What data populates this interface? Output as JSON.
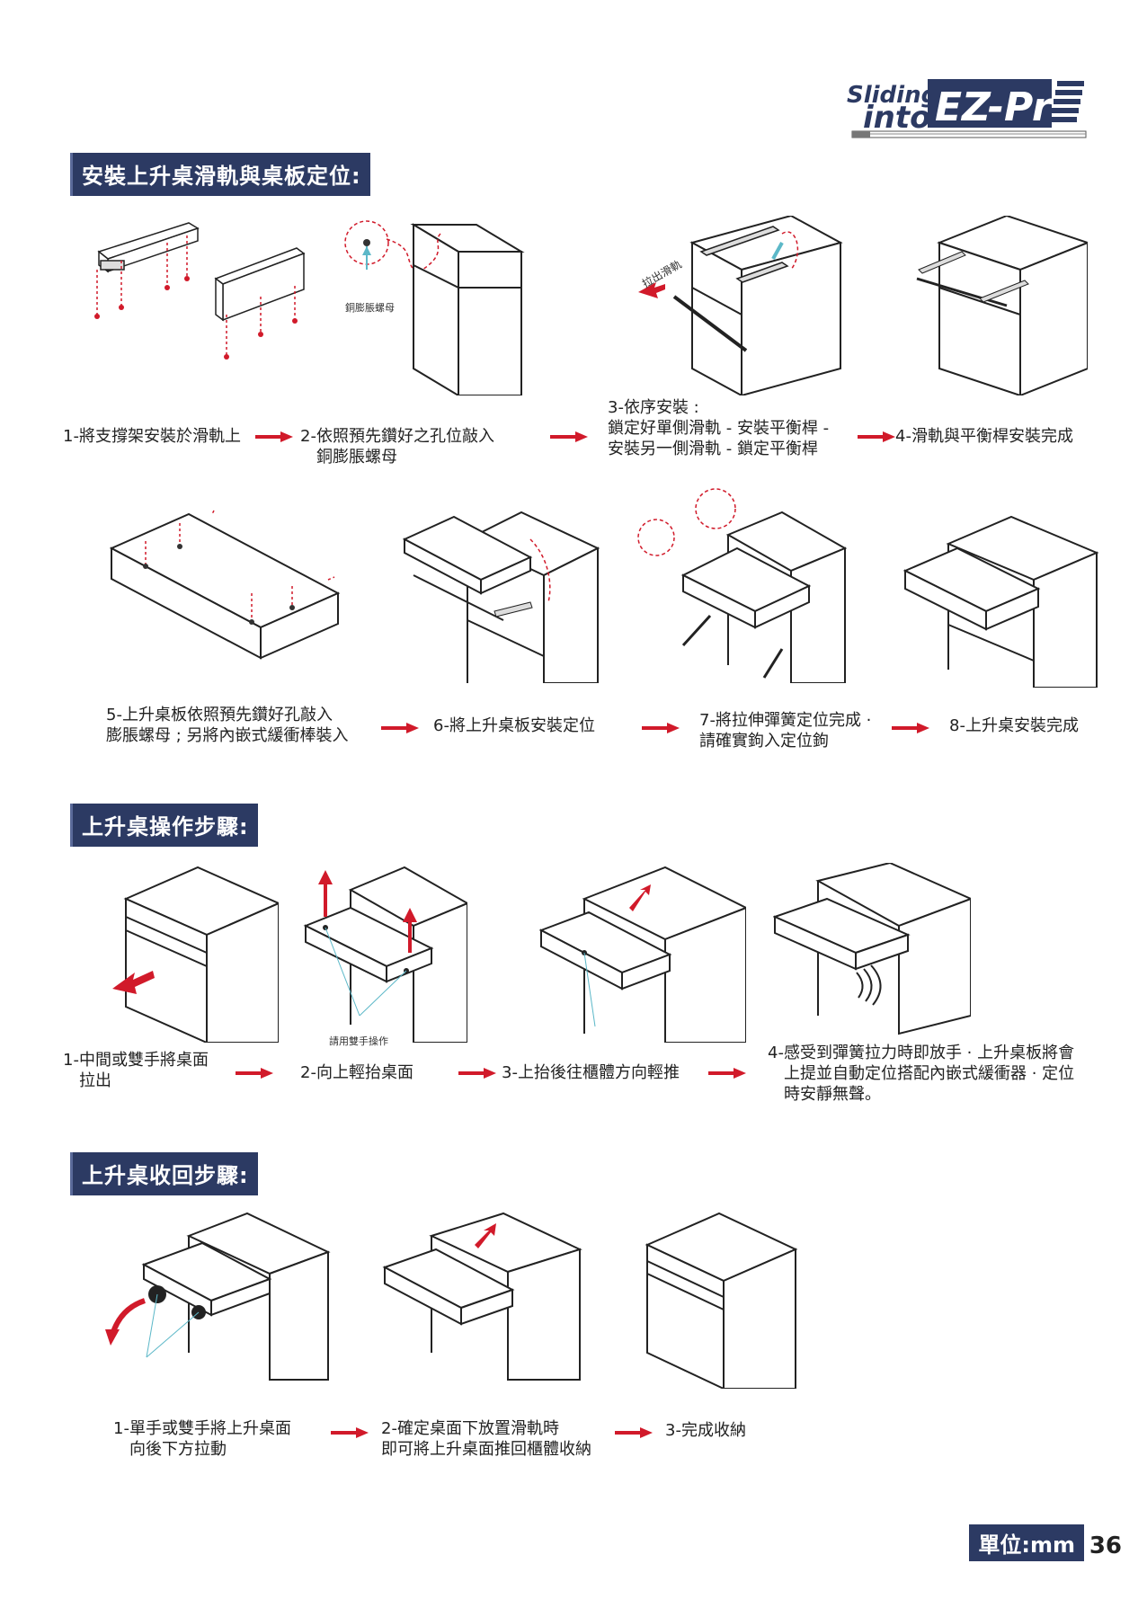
{
  "logo": {
    "word1": "Sliding",
    "word2": "into",
    "word3": "EZ-Pro"
  },
  "sections": {
    "install_title": "安裝上升桌滑軌與桌板定位:",
    "operate_title": "上升桌操作步驟:",
    "retract_title": "上升桌收回步驟:"
  },
  "install_steps": {
    "s1": "1-將支撐架安裝於滑軌上",
    "s2_l1": "2-依照預先鑽好之孔位敲入",
    "s2_l2": "銅膨脹螺母",
    "s3_l1": "3-依序安裝 :",
    "s3_l2": "鎖定好單側滑軌 - 安裝平衡桿 -",
    "s3_l3": "安裝另一側滑軌 - 鎖定平衡桿",
    "s4": "4-滑軌與平衡桿安裝完成",
    "s5_l1": "5-上升桌板依照預先鑽好孔敲入",
    "s5_l2": "膨脹螺母 ; 另將內嵌式緩衝棒裝入",
    "s6": "6-將上升桌板安裝定位",
    "s7_l1": "7-將拉伸彈簧定位完成 ·",
    "s7_l2": "請確實鉤入定位鉤",
    "s8": "8-上升桌安裝完成"
  },
  "figure_labels": {
    "nut": "銅膨脹螺母",
    "pull_out": "拉出滑軌",
    "two_hands": "請用雙手操作"
  },
  "operate_steps": {
    "s1_l1": "1-中間或雙手將桌面",
    "s1_l2": "拉出",
    "s2": "2-向上輕抬桌面",
    "s3": "3-上抬後往櫃體方向輕推",
    "s4_l1": "4-感受到彈簧拉力時即放手 · 上升桌板將會",
    "s4_l2": "上提並自動定位搭配內嵌式緩衝器 · 定位",
    "s4_l3": "時安靜無聲。"
  },
  "retract_steps": {
    "s1_l1": "1-單手或雙手將上升桌面",
    "s1_l2": "向後下方拉動",
    "s2_l1": "2-確定桌面下放置滑軌時",
    "s2_l2": "即可將上升桌面推回櫃體收納",
    "s3": "3-完成收納"
  },
  "footer": {
    "unit": "單位:mm",
    "page": "36"
  },
  "colors": {
    "navy": "#2c3a63",
    "red": "#d11a2a",
    "teal": "#5cb8c8"
  }
}
